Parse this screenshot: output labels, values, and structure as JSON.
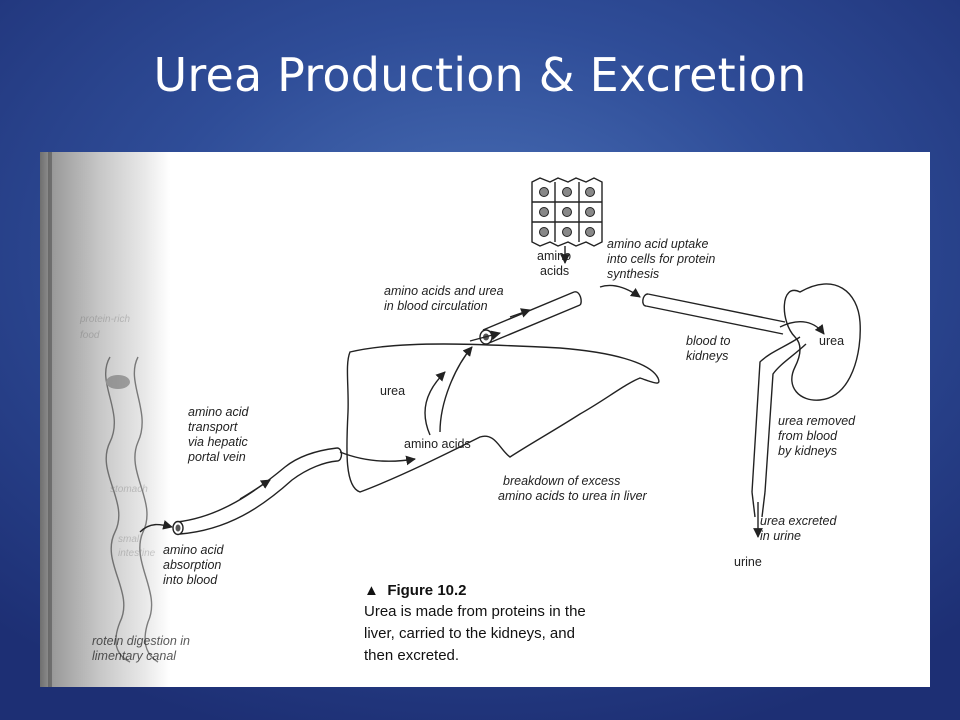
{
  "title": "Urea Production & Excretion",
  "diagram": {
    "labels": {
      "amino_acids_cells": [
        "amino",
        "acids"
      ],
      "uptake": [
        "amino acid uptake",
        "into cells for protein",
        "synthesis"
      ],
      "circulation": [
        "amino acids and urea",
        "in blood circulation"
      ],
      "blood_to_kidneys": [
        "blood to",
        "kidneys"
      ],
      "urea_kidney": "urea",
      "urea_liver": "urea",
      "amino_acids_liver": "amino acids",
      "portal": [
        "amino acid",
        "transport",
        "via hepatic",
        "portal vein"
      ],
      "breakdown": [
        "breakdown of excess",
        "amino acids to urea in liver"
      ],
      "removed": [
        "urea removed",
        "from blood",
        "by kidneys"
      ],
      "excreted": [
        "urea excreted",
        "in urine"
      ],
      "urine": "urine",
      "absorption": [
        "amino acid",
        "absorption",
        "into blood"
      ],
      "digestion_partial": [
        "rotein digestion in",
        "limentary canal"
      ]
    },
    "caption": {
      "marker": "▲",
      "title": "Figure 10.2",
      "lines": [
        "Urea is made from proteins in the",
        "liver, carried to the kidneys, and",
        "then excreted."
      ]
    }
  }
}
